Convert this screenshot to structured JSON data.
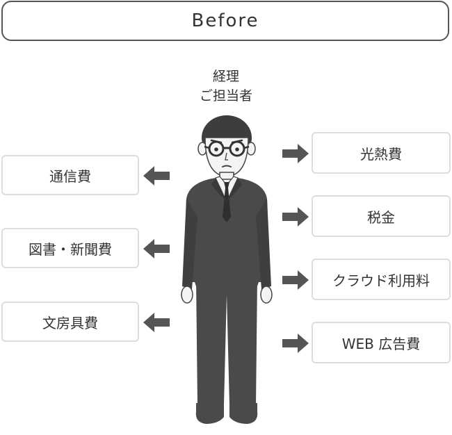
{
  "header": {
    "title": "Before"
  },
  "role": {
    "line1": "経理",
    "line2": "ご担当者"
  },
  "incoming": [
    "通信費",
    "図書・新聞費",
    "文房具費"
  ],
  "outgoing": [
    "光熱費",
    "税金",
    "クラウド利用料",
    "WEB 広告費"
  ],
  "colors": {
    "border": "#555555",
    "box_border": "#dddddd",
    "figure": "#4a4a4a",
    "arrow": "#555555"
  }
}
